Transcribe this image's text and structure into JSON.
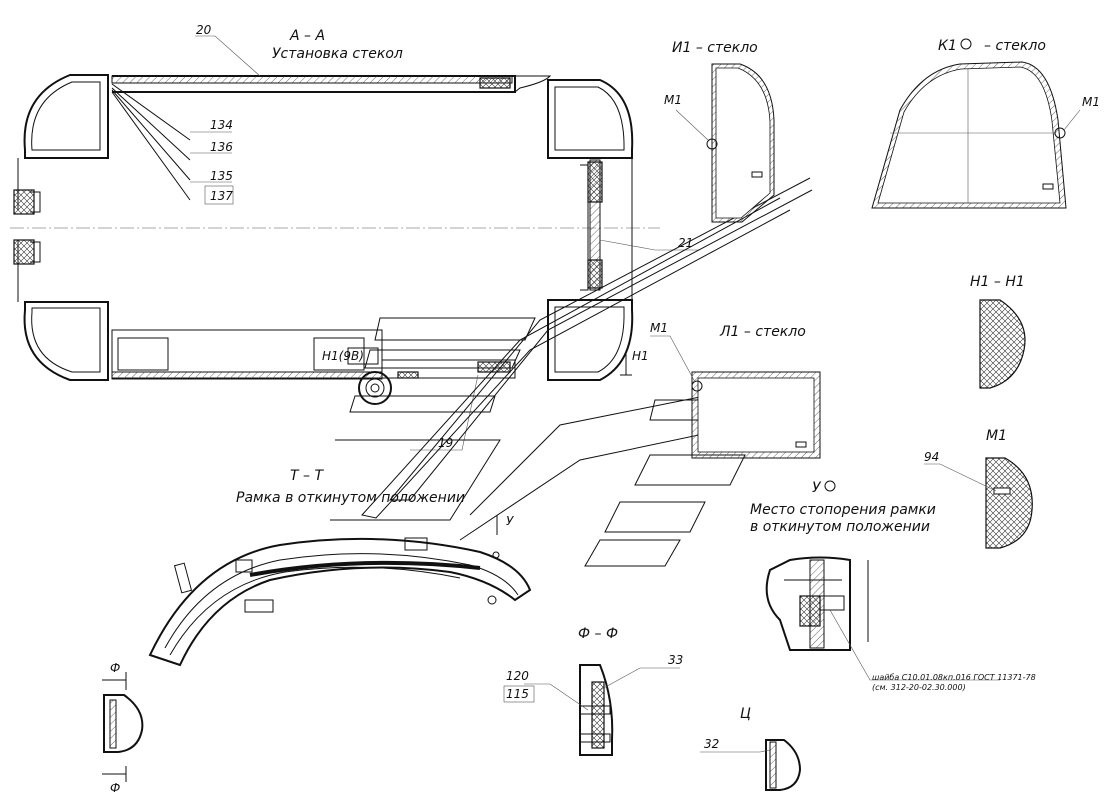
{
  "views": {
    "aa": {
      "title": "А – А",
      "subtitle": "Установка стекол"
    },
    "i1": {
      "title": "И1 – стекло"
    },
    "k1": {
      "title": "К1",
      "suffix": "– стекло"
    },
    "l1": {
      "title": "Л1 – стекло"
    },
    "n1n1": {
      "title": "Н1 – Н1"
    },
    "m1": {
      "title": "М1"
    },
    "tt": {
      "title": "Т – Т",
      "subtitle": "Рамка в откинутом положении"
    },
    "u": {
      "title": "У"
    },
    "u_note": {
      "line1": "Место стопорения рамки",
      "line2": "в откинутом положении"
    },
    "ff": {
      "title": "Ф – Ф"
    },
    "ts": {
      "title": "Ц"
    }
  },
  "callouts": {
    "c20": "20",
    "c134": "134",
    "c136": "136",
    "c135": "135",
    "c137": "137",
    "c21": "21",
    "c19": "19",
    "c94": "94",
    "c33": "33",
    "c120": "120",
    "c115": "115",
    "c32": "32",
    "m1_i1": "М1",
    "m1_k1": "М1",
    "m1_l1": "М1",
    "h1_tag": "Н1(9В)",
    "h1_arrow": "Н1",
    "u_arrow": "У",
    "f_top": "Ф",
    "f_bottom": "Ф"
  },
  "notes": {
    "washer": "шайба С10.01.08кп.016 ГОСТ 11371-78",
    "washer_ref": "(см. 312-20-02.30.000)"
  }
}
